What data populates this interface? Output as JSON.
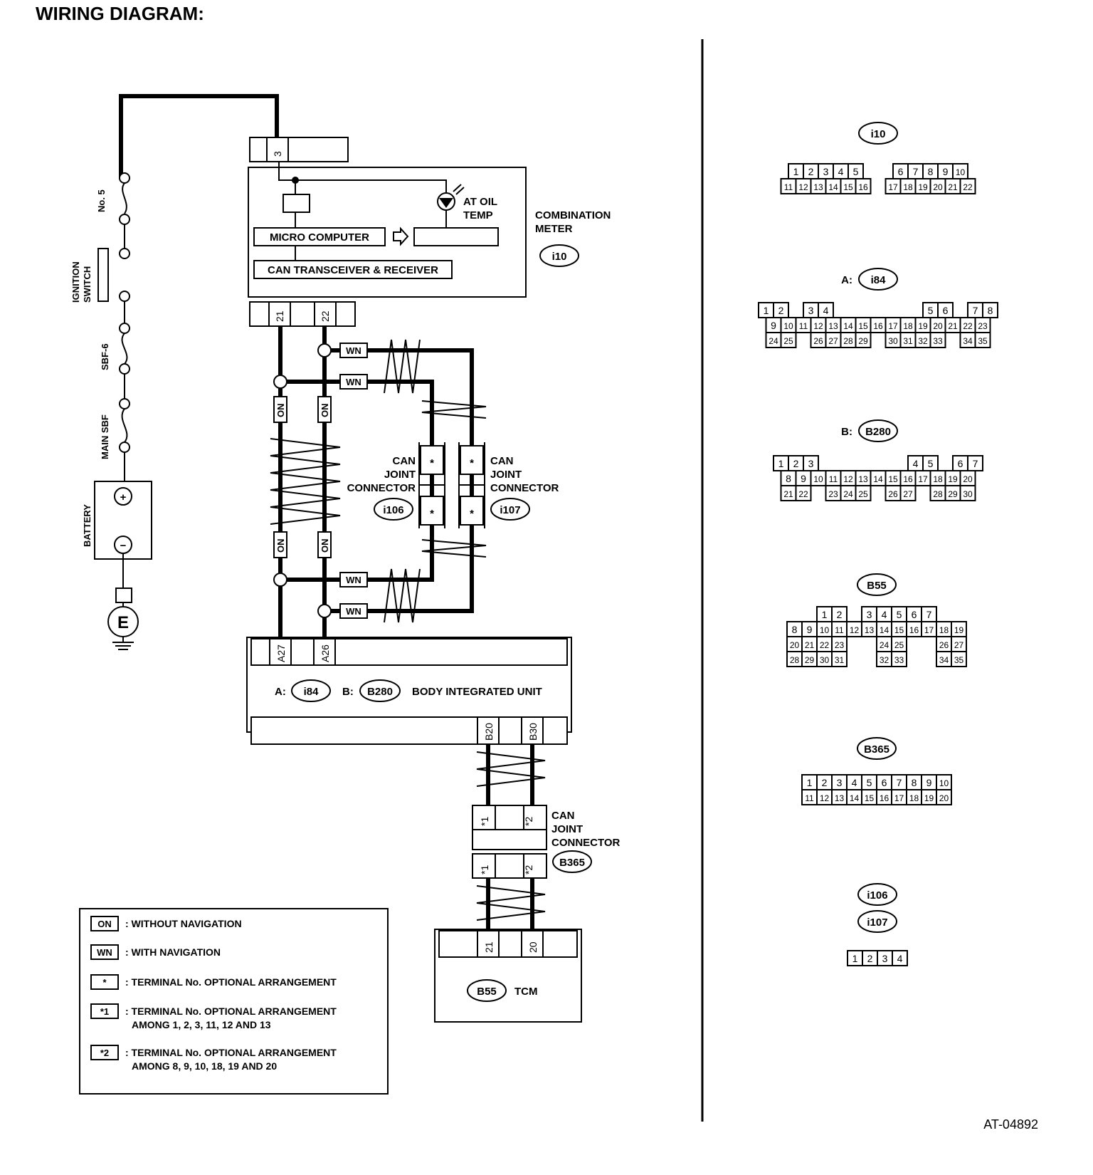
{
  "page": {
    "title": "WIRING DIAGRAM:",
    "figure_code": "AT-04892"
  },
  "power": {
    "fuse_no5": "No. 5",
    "ignition_switch": [
      "IGNITION",
      "SWITCH"
    ],
    "sbf6": "SBF-6",
    "main_sbf": "MAIN SBF",
    "battery": "BATTERY",
    "plus": "+",
    "minus": "−",
    "ground": "E"
  },
  "combination_meter": {
    "label": [
      "COMBINATION",
      "METER"
    ],
    "connector": "i10",
    "terminal_top": "3",
    "terminals_bottom": [
      "21",
      "22"
    ],
    "at_oil_temp": [
      "AT OIL",
      "TEMP"
    ],
    "micro_computer": "MICRO COMPUTER",
    "can_transceiver": "CAN TRANSCEIVER & RECEIVER"
  },
  "wire_tags": {
    "on": "ON",
    "wn": "WN",
    "star": "*"
  },
  "can_joint_i106": {
    "label": [
      "CAN",
      "JOINT",
      "CONNECTOR"
    ],
    "connector": "i106"
  },
  "can_joint_i107": {
    "label": [
      "CAN",
      "JOINT",
      "CONNECTOR"
    ],
    "connector": "i107"
  },
  "body_integrated_unit": {
    "label": "BODY INTEGRATED UNIT",
    "prefix_a": "A:",
    "connector_a": "i84",
    "prefix_b": "B:",
    "connector_b": "B280",
    "terminals_top": [
      "A27",
      "A26"
    ],
    "terminals_bottom": [
      "B20",
      "B30"
    ]
  },
  "can_joint_b365": {
    "label": [
      "CAN",
      "JOINT",
      "CONNECTOR"
    ],
    "connector": "B365",
    "terminals": [
      "*1",
      "*2"
    ]
  },
  "tcm": {
    "label": "TCM",
    "connector": "B55",
    "terminals": [
      "21",
      "20"
    ]
  },
  "legend": [
    {
      "key": "ON",
      "lines": [
        ": WITHOUT NAVIGATION"
      ]
    },
    {
      "key": "WN",
      "lines": [
        ": WITH NAVIGATION"
      ]
    },
    {
      "key": "*",
      "lines": [
        ": TERMINAL No. OPTIONAL ARRANGEMENT"
      ]
    },
    {
      "key": "*1",
      "lines": [
        ": TERMINAL No. OPTIONAL ARRANGEMENT",
        "AMONG 1, 2, 3, 11, 12 AND 13"
      ]
    },
    {
      "key": "*2",
      "lines": [
        ": TERMINAL No. OPTIONAL ARRANGEMENT",
        "AMONG 8, 9, 10, 18, 19 AND 20"
      ]
    }
  ],
  "connector_views": [
    {
      "id": "i10",
      "prefix": "",
      "rows": [
        [
          "1",
          "2",
          "3",
          "4",
          "5",
          "",
          "",
          "6",
          "7",
          "8",
          "9",
          "10"
        ],
        [
          "11",
          "12",
          "13",
          "14",
          "15",
          "16",
          "",
          "17",
          "18",
          "19",
          "20",
          "21",
          "22"
        ]
      ]
    },
    {
      "id": "i84",
      "prefix": "A:",
      "rows": [
        [
          "1",
          "2",
          "",
          "3",
          "4",
          "",
          "",
          "",
          "",
          "",
          "",
          "5",
          "6",
          "",
          "7",
          "8"
        ],
        [
          "9",
          "10",
          "11",
          "12",
          "13",
          "14",
          "15",
          "16",
          "17",
          "18",
          "19",
          "20",
          "21",
          "22",
          "23"
        ],
        [
          "24",
          "25",
          "",
          "26",
          "27",
          "28",
          "29",
          "",
          "30",
          "31",
          "32",
          "33",
          "",
          "34",
          "35"
        ]
      ]
    },
    {
      "id": "B280",
      "prefix": "B:",
      "rows": [
        [
          "1",
          "2",
          "3",
          "",
          "",
          "",
          "",
          "",
          "",
          "4",
          "5",
          "",
          "6",
          "7"
        ],
        [
          "8",
          "9",
          "10",
          "11",
          "12",
          "13",
          "14",
          "15",
          "16",
          "17",
          "18",
          "19",
          "20"
        ],
        [
          "21",
          "22",
          "",
          "23",
          "24",
          "25",
          "",
          "26",
          "27",
          "",
          "28",
          "29",
          "30"
        ]
      ]
    },
    {
      "id": "B55",
      "prefix": "",
      "rows": [
        [
          "1",
          "2",
          "",
          "3",
          "4",
          "5",
          "6",
          "7"
        ],
        [
          "8",
          "9",
          "10",
          "11",
          "12",
          "13",
          "14",
          "15",
          "16",
          "17",
          "18",
          "19"
        ],
        [
          "20",
          "21",
          "22",
          "23",
          "",
          "",
          "24",
          "25",
          "",
          "",
          "26",
          "27"
        ],
        [
          "28",
          "29",
          "30",
          "31",
          "",
          "",
          "32",
          "33",
          "",
          "",
          "34",
          "35"
        ]
      ]
    },
    {
      "id": "B365",
      "prefix": "",
      "rows": [
        [
          "1",
          "2",
          "3",
          "4",
          "5",
          "6",
          "7",
          "8",
          "9",
          "10"
        ],
        [
          "11",
          "12",
          "13",
          "14",
          "15",
          "16",
          "17",
          "18",
          "19",
          "20"
        ]
      ]
    },
    {
      "id": "i106",
      "prefix": "",
      "rows": []
    },
    {
      "id": "i107",
      "prefix": "",
      "rows": [
        [
          "1",
          "2",
          "3",
          "4"
        ]
      ]
    }
  ]
}
